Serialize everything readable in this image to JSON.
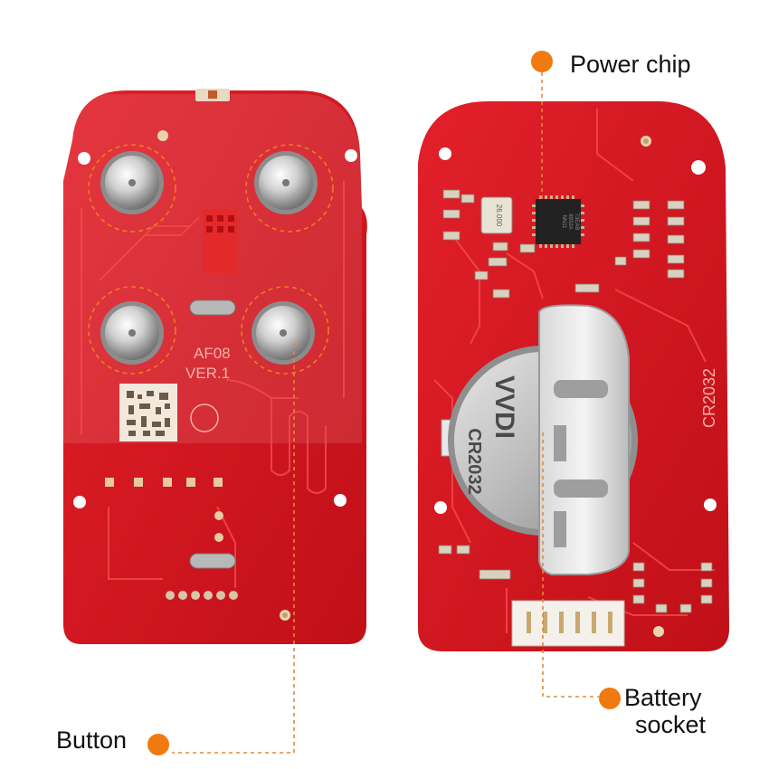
{
  "callouts": {
    "power_chip": "Power chip",
    "battery_line1": "Battery",
    "battery_line2": "socket",
    "button": "Button"
  },
  "board_markings": {
    "model": "AF08",
    "version": "VER.1",
    "battery_type": "CR2032",
    "battery_brand": "VVDI",
    "battery_model": "CR2032",
    "crystal": "26.000",
    "chip_line1": "NN11",
    "chip_line2": "8932A",
    "chip_line3": "73EAB"
  },
  "colors": {
    "pcb": "#d7131b",
    "pcb_dark": "#b20d14",
    "trace": "#ef3a3a",
    "callout_dot": "#f07a10",
    "leader": "#e08a3a",
    "metal": "#c9c9c9"
  }
}
